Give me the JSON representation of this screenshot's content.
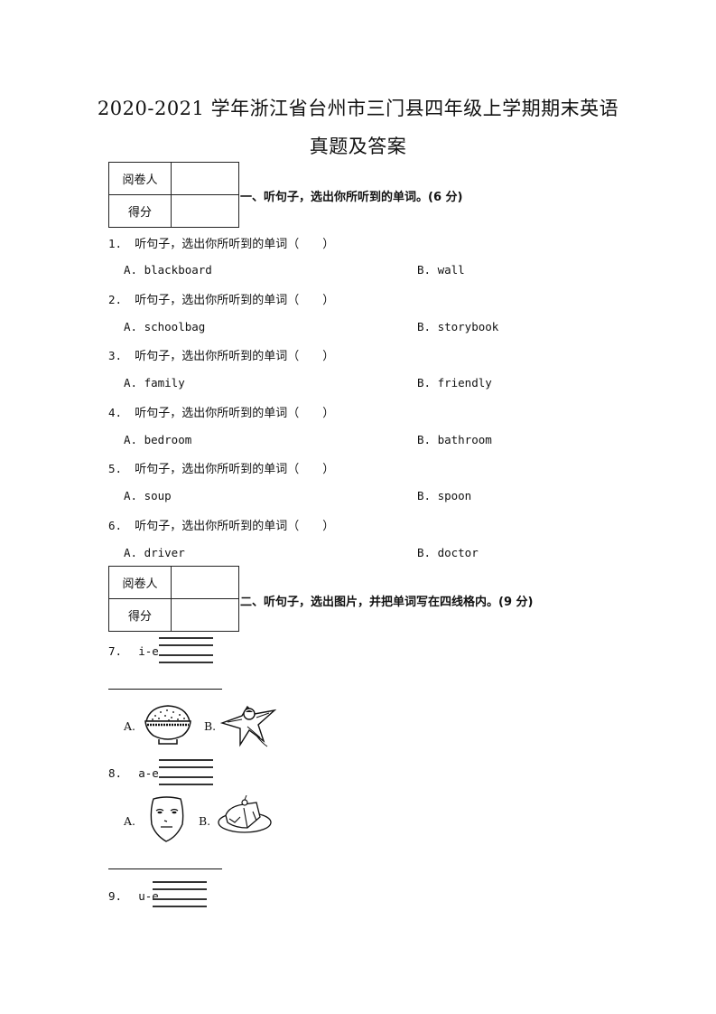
{
  "header": {
    "title_line1": "2020-2021 学年浙江省台州市三门县四年级上学期期末英语",
    "title_line2": "真题及答案"
  },
  "score_box": {
    "reviewer_label": "阅卷人",
    "score_label": "得分"
  },
  "section1": {
    "heading": "一、听句子，选出你所听到的单词。(6 分)",
    "questions": [
      {
        "num": "1.",
        "prompt": "听句子，选出你所听到的单词（　　）",
        "a": "A. blackboard",
        "b": "B. wall"
      },
      {
        "num": "2.",
        "prompt": "听句子，选出你所听到的单词（　　）",
        "a": "A. schoolbag",
        "b": "B. storybook"
      },
      {
        "num": "3.",
        "prompt": "听句子，选出你所听到的单词（　　）",
        "a": "A. family",
        "b": "B. friendly"
      },
      {
        "num": "4.",
        "prompt": "听句子，选出你所听到的单词（　　）",
        "a": "A. bedroom",
        "b": "B. bathroom"
      },
      {
        "num": "5.",
        "prompt": "听句子，选出你所听到的单词（　　）",
        "a": "A. soup",
        "b": "B. spoon"
      },
      {
        "num": "6.",
        "prompt": "听句子，选出你所听到的单词（　　）",
        "a": "A. driver",
        "b": "B. doctor"
      }
    ]
  },
  "section2": {
    "heading": "二、听句子，选出图片，并把单词写在四线格内。(9 分)",
    "questions": [
      {
        "num": "7.",
        "pattern": "i-e",
        "a_label": "A.",
        "a_icon": "rice-bowl-icon",
        "b_label": "B.",
        "b_icon": "kite-icon"
      },
      {
        "num": "8.",
        "pattern": "a-e",
        "a_label": "A.",
        "a_icon": "face-icon",
        "b_label": "B.",
        "b_icon": "cake-icon"
      },
      {
        "num": "9.",
        "pattern": "u-e"
      }
    ]
  }
}
